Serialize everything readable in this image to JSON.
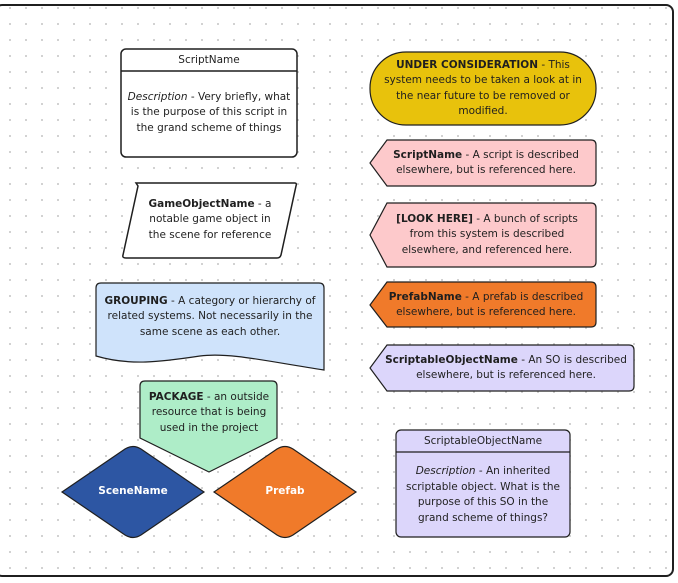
{
  "colors": {
    "consideration": "#e8c20c",
    "script_ref": "#fdc9cb",
    "prefab_ref": "#f07a2a",
    "so_ref": "#dcd6fb",
    "grouping": "#cfe3fb",
    "package": "#aeedc8",
    "scene": "#2d56a3",
    "prefab": "#f07a2a",
    "so_box": "#dcd6fb"
  },
  "script_card": {
    "title": "ScriptName",
    "desc_label": "Description",
    "desc_text": " - Very briefly, what is the purpose of this script in the grand scheme of things"
  },
  "gameobject": {
    "name": "GameObjectName",
    "text": " - a notable game object in the scene for reference"
  },
  "grouping": {
    "name": "GROUPING",
    "text": " - A category or hierarchy of related systems. Not necessarily in the same scene as each other."
  },
  "package": {
    "name": "PACKAGE",
    "text": " - an outside resource that is being used in the project"
  },
  "scene": {
    "label": "SceneName"
  },
  "prefab": {
    "label": "Prefab"
  },
  "under_consideration": {
    "name": "UNDER CONSIDERATION",
    "text": " - This system needs to be taken a look at in the near future to be removed or modified."
  },
  "script_ref": {
    "name": "ScriptName",
    "text": " - A script is described elsewhere, but is referenced here."
  },
  "look_here": {
    "name": "[LOOK HERE]",
    "text": " - A bunch of scripts from this system is described elsewhere, and referenced here."
  },
  "prefab_ref": {
    "name": "PrefabName",
    "text": " - A prefab is described elsewhere, but is referenced here."
  },
  "so_ref": {
    "name": "ScriptableObjectName",
    "text": " - An SO is described elsewhere, but is referenced here."
  },
  "so_card": {
    "title": "ScriptableObjectName",
    "desc_label": "Description",
    "desc_text": " - An inherited scriptable object. What is the purpose of this SO in the grand scheme of things?"
  }
}
